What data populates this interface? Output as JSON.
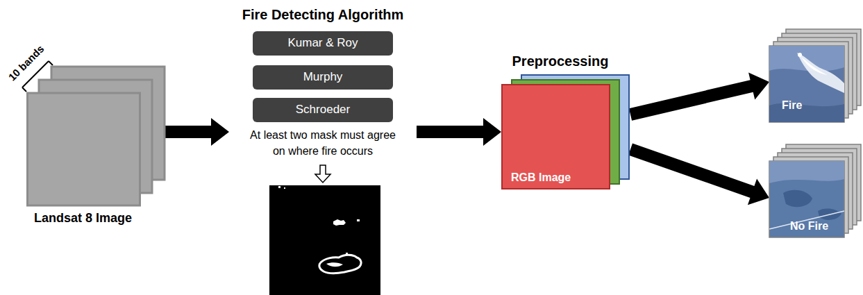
{
  "diagram": {
    "nodes": [
      {
        "text": [
          "Landsat 8 Image"
        ]
      },
      {
        "text": [
          "Fire Detecting Algorithm",
          "At least two mask must agree on where fire occurs"
        ]
      },
      {
        "text": [
          "Kumar & Roy"
        ],
        "in": 1
      },
      {
        "text": [
          "Murphy"
        ],
        "in": 1
      },
      {
        "text": [
          "Schroeder"
        ],
        "in": 1
      },
      {
        "text": [
          "Preprocessing",
          "RGB Image"
        ]
      },
      {
        "text": [
          "Fire"
        ]
      },
      {
        "text": [
          "No Fire"
        ]
      }
    ],
    "edges": [
      {
        "from": 0,
        "to": 1,
        "arrow": "to"
      },
      {
        "from": 1,
        "to": 5,
        "arrow": "to"
      },
      {
        "from": 5,
        "to": 6,
        "arrow": "to"
      },
      {
        "from": 5,
        "to": 7,
        "arrow": "to"
      }
    ],
    "labels": [
      "10 bands"
    ]
  }
}
